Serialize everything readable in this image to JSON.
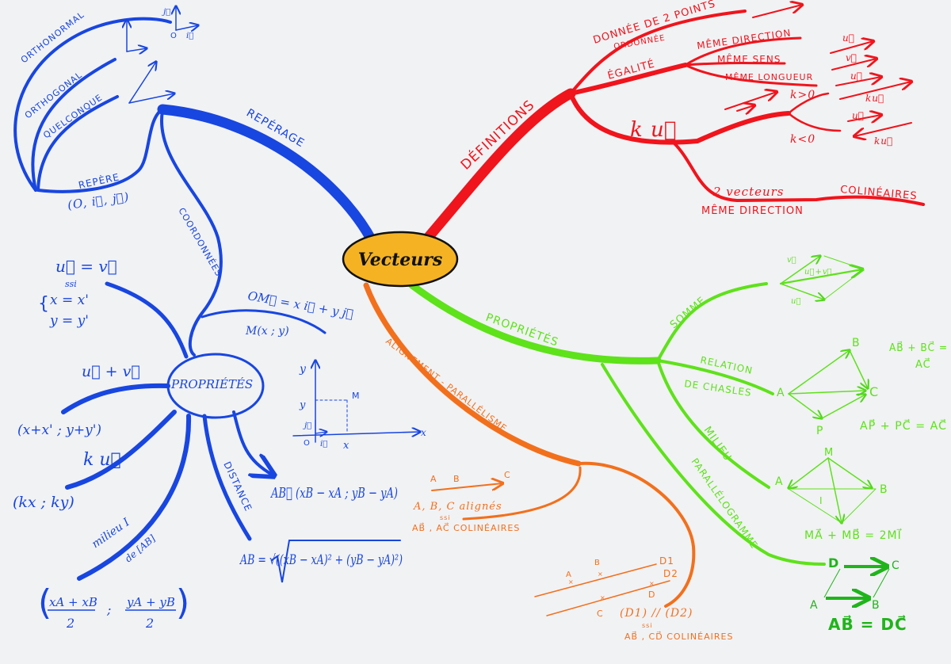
{
  "center": {
    "label": "Vecteurs",
    "fill": "#f5b324"
  },
  "colors": {
    "blue": "#1846e0",
    "red": "#f0141c",
    "orange": "#f2701c",
    "green": "#5ee21a",
    "dark_green": "#1fb51a"
  },
  "definitions": {
    "label": "DÉFINITIONS",
    "donnee": "DONNÉE DE 2 POINTS",
    "ordonnee": "ORDONNÉE",
    "egalite": "ÉGALITÉ",
    "meme_direction": "MÊME DIRECTION",
    "meme_sens": "MÊME SENS",
    "meme_longueur": "MÊME LONGUEUR",
    "ku": "k u⃗",
    "k_pos": "k>0",
    "k_neg": "k<0",
    "deux_vecteurs": "2 vecteurs",
    "colineaires": "COLINÉAIRES",
    "meme_direction_2": "MÊME DIRECTION",
    "vec_u": "u⃗",
    "vec_v": "v⃗",
    "vec_u2": "u⃗",
    "vec_ku": "ku⃗",
    "vec_u3": "u⃗",
    "vec_ku2": "ku⃗"
  },
  "reperage": {
    "label": "REPÉRAGE",
    "repere": "REPÈRE",
    "repere_notation": "(O, i⃗, j⃗)",
    "orthonormal": "ORTHONORMAL",
    "orthogonal": "ORTHOGONAL",
    "quelconque": "QUELCONQUE",
    "origin": "O",
    "i": "i⃗",
    "j": "j⃗",
    "coordonnees": "COORDONNÉES"
  },
  "proprietes_blue": {
    "label": "PROPRIÉTÉS",
    "egalite": "u⃗ = v⃗",
    "ssi": "ssi",
    "x_eq": "x = x'",
    "y_eq": "y = y'",
    "somme": "u⃗ + v⃗",
    "somme_coord": "(x+x' ; y+y')",
    "ku": "k u⃗",
    "ku_coord": "(kx ; ky)",
    "milieu": "milieu I",
    "de_ab": "de [AB]",
    "milieu_x": "xA + xB",
    "milieu_y": "yA + yB",
    "two": "2",
    "sep": ";",
    "distance": "DISTANCE",
    "distance_formula": "AB = √((xB − xA)² + (yB − yA)²)",
    "ab_coord": "AB⃗ (xB − xA ; yB − yA)",
    "om": "OM⃗ = x i⃗ + y j⃗",
    "m_coord": "M(x ; y)",
    "graph": {
      "y_axis": "y",
      "x_axis": "x",
      "y_val": "y",
      "x_val": "x",
      "m": "M",
      "o": "O",
      "i": "i⃗",
      "j": "j⃗"
    }
  },
  "alignement": {
    "label": "ALIGNEMENT - PARALLÉLISME",
    "a": "A",
    "b": "B",
    "c": "C",
    "alignes": "A, B, C alignés",
    "ssi": "ssi",
    "ab_ac": "AB⃗ , AC⃗ COLINÉAIRES",
    "d1": "D1",
    "d2": "D2",
    "pa": "A",
    "pb": "B",
    "pc": "C",
    "pd": "D",
    "parallel": "(D1) // (D2)",
    "ssi2": "ssi",
    "ab_cd": "AB⃗ , CD⃗ COLINÉAIRES"
  },
  "proprietes_green": {
    "label": "PROPRIÉTÉS",
    "somme": "SOMME",
    "v": "v⃗",
    "u_plus_v": "u⃗+v⃗",
    "u": "u⃗",
    "relation": "RELATION",
    "de_chasles": "DE CHASLES",
    "ca": "A",
    "cb": "B",
    "cc": "C",
    "cp": "P",
    "chasles_1": "AB⃗ + BC⃗ =",
    "chasles_1b": "AC⃗",
    "chasles_2": "AP⃗ + PC⃗ = AC⃗",
    "milieu": "MILIEU",
    "mm": "M",
    "ma": "A",
    "mb": "B",
    "mi": "I",
    "milieu_formula": "MA⃗ + MB⃗ = 2MI⃗",
    "parallelogramme": "PARALLÉLOGRAMME",
    "pd": "D",
    "pc": "C",
    "pa": "A",
    "pb": "B",
    "para_formula": "AB⃗ = DC⃗"
  }
}
